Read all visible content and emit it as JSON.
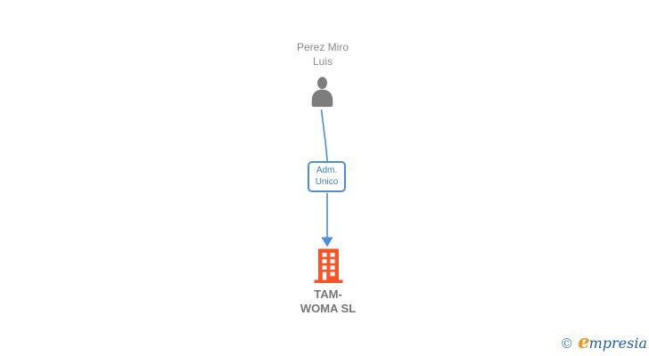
{
  "colors": {
    "accent_blue": "#4a90d9",
    "label_blue": "#3b7dd1",
    "node_gray": "#7d7d7d",
    "person_name_gray": "#8a8a8a",
    "company_name_gray": "#757575",
    "building_orange": "#f4552a",
    "logo_teal": "#47858e",
    "logo_orange": "#f7941e",
    "logo_blue": "#1f5fa8"
  },
  "diagram": {
    "person": {
      "name_line1": "Perez Miro",
      "name_line2": "Luis",
      "icon": "person-icon"
    },
    "relationship": {
      "label_line1": "Adm.",
      "label_line2": "Unico"
    },
    "company": {
      "name_line1": "TAM-",
      "name_line2": "WOMA SL",
      "icon": "building-icon"
    }
  },
  "footer": {
    "copyright_symbol": "©",
    "brand_first_letter": "e",
    "brand_rest": "mpresia"
  }
}
